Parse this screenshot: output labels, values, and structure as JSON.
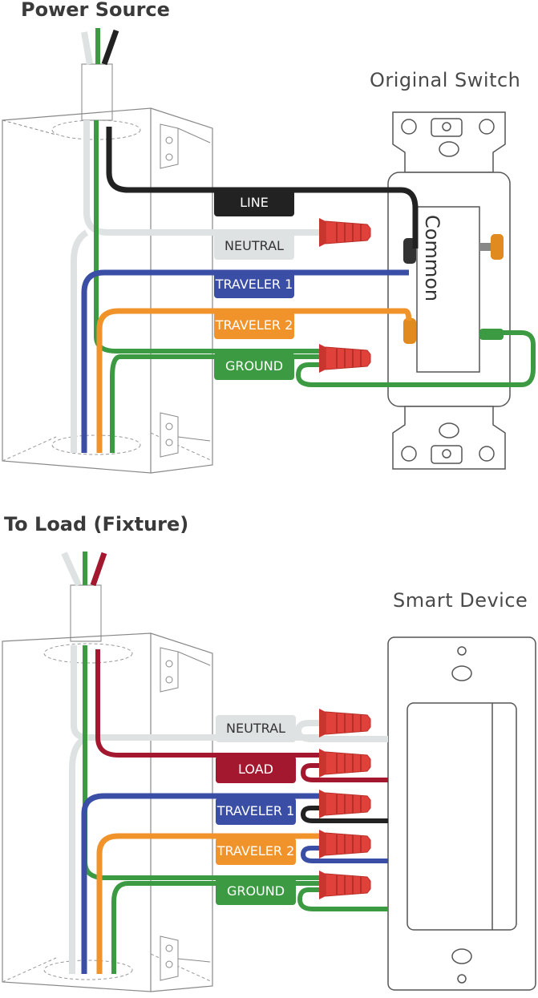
{
  "sections": {
    "top_heading": "Power Source",
    "bottom_heading": "To Load (Fixture)"
  },
  "devices": {
    "original_switch": "Original Switch",
    "smart_device": "Smart Device",
    "common_terminal": "Common"
  },
  "top_labels": {
    "line": "LINE",
    "neutral": "NEUTRAL",
    "traveler1": "TRAVELER 1",
    "traveler2": "TRAVELER 2",
    "ground": "GROUND"
  },
  "bottom_labels": {
    "neutral": "NEUTRAL",
    "load": "LOAD",
    "traveler1": "TRAVELER 1",
    "traveler2": "TRAVELER 2",
    "ground": "GROUND"
  },
  "colors": {
    "line": "#222222",
    "neutral": "#dfe2e2",
    "traveler1": "#3b4ea6",
    "traveler2": "#f0932a",
    "ground": "#3c9b42",
    "load": "#a3182e",
    "connector": "#e0413a",
    "screw": "#e08a1f"
  }
}
